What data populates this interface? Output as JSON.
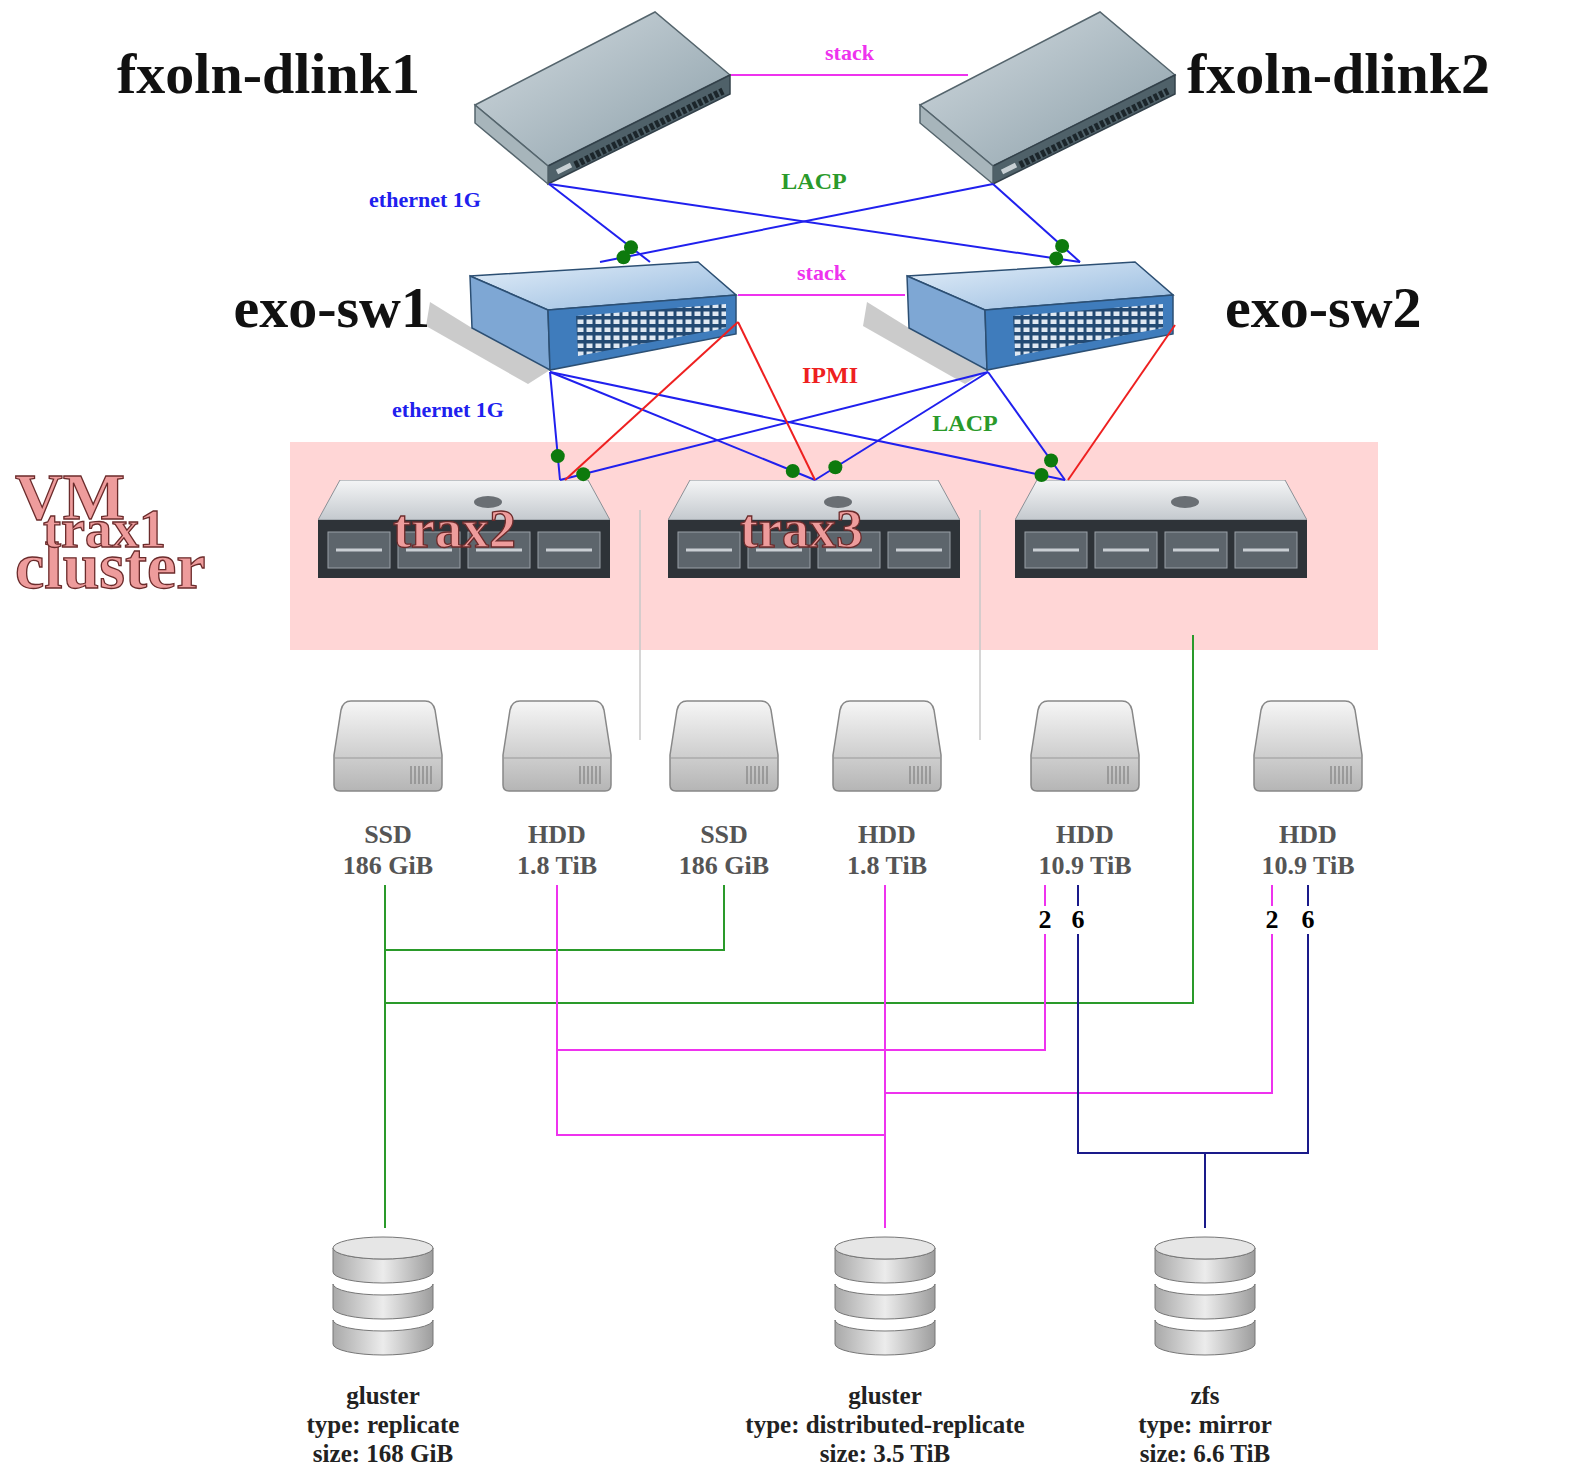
{
  "diagram": {
    "nodes": [
      {
        "text": [
          "fxoln-dlink1"
        ]
      },
      {
        "text": [
          "fxoln-dlink2"
        ]
      },
      {
        "text": [
          "exo-sw1"
        ]
      },
      {
        "text": [
          "exo-sw2"
        ]
      },
      {
        "text": [
          "VM cluster"
        ]
      },
      {
        "text": [
          "trax1"
        ],
        "in": 4
      },
      {
        "text": [
          "trax2"
        ],
        "in": 4
      },
      {
        "text": [
          "trax3"
        ],
        "in": 4
      },
      {
        "text": [
          "SSD",
          "186 GiB"
        ]
      },
      {
        "text": [
          "HDD",
          "1.8 TiB"
        ]
      },
      {
        "text": [
          "SSD",
          "186 GiB"
        ]
      },
      {
        "text": [
          "HDD",
          "1.8 TiB"
        ]
      },
      {
        "text": [
          "HDD",
          "10.9 TiB"
        ]
      },
      {
        "text": [
          "HDD",
          "10.9 TiB"
        ]
      },
      {
        "text": [
          "gluster",
          "type: replicate",
          "size: 168 GiB"
        ]
      },
      {
        "text": [
          "gluster",
          "type: distributed-replicate",
          "size: 3.5 TiB"
        ]
      },
      {
        "text": [
          "zfs",
          "type: mirror",
          "size: 6.6 TiB"
        ]
      }
    ],
    "edges": [
      {
        "from": 0,
        "to": 1,
        "label": "stack",
        "arrow": "none"
      },
      {
        "from": 2,
        "to": 3,
        "label": "stack",
        "arrow": "none"
      },
      {
        "from": 0,
        "to": 2,
        "arrow": "none"
      },
      {
        "from": 1,
        "to": 2,
        "arrow": "none"
      },
      {
        "from": 0,
        "to": 3,
        "arrow": "none"
      },
      {
        "from": 1,
        "to": 3,
        "arrow": "none"
      },
      {
        "from": 2,
        "to": 5,
        "arrow": "none"
      },
      {
        "from": 2,
        "to": 6,
        "arrow": "none"
      },
      {
        "from": 2,
        "to": 7,
        "arrow": "none"
      },
      {
        "from": 3,
        "to": 5,
        "arrow": "none"
      },
      {
        "from": 3,
        "to": 6,
        "arrow": "none"
      },
      {
        "from": 3,
        "to": 7,
        "arrow": "none"
      },
      {
        "from": 2,
        "to": 5,
        "arrow": "none"
      },
      {
        "from": 2,
        "to": 6,
        "arrow": "none"
      },
      {
        "from": 3,
        "to": 7,
        "arrow": "none"
      },
      {
        "from": 8,
        "to": 14,
        "arrow": "none"
      },
      {
        "from": 10,
        "to": 14,
        "arrow": "none"
      },
      {
        "from": 7,
        "to": 14,
        "arrow": "none"
      },
      {
        "from": 9,
        "to": 15,
        "arrow": "none"
      },
      {
        "from": 11,
        "to": 15,
        "arrow": "none"
      },
      {
        "from": 12,
        "to": 15,
        "arrow": "none"
      },
      {
        "from": 13,
        "to": 15,
        "arrow": "none"
      },
      {
        "from": 12,
        "to": 16,
        "arrow": "none"
      },
      {
        "from": 13,
        "to": 16,
        "arrow": "none"
      }
    ],
    "labels": [
      "ethernet 1G",
      "LACP",
      "IPMI",
      "ethernet 1G",
      "LACP",
      "2",
      "6",
      "2",
      "6"
    ]
  }
}
